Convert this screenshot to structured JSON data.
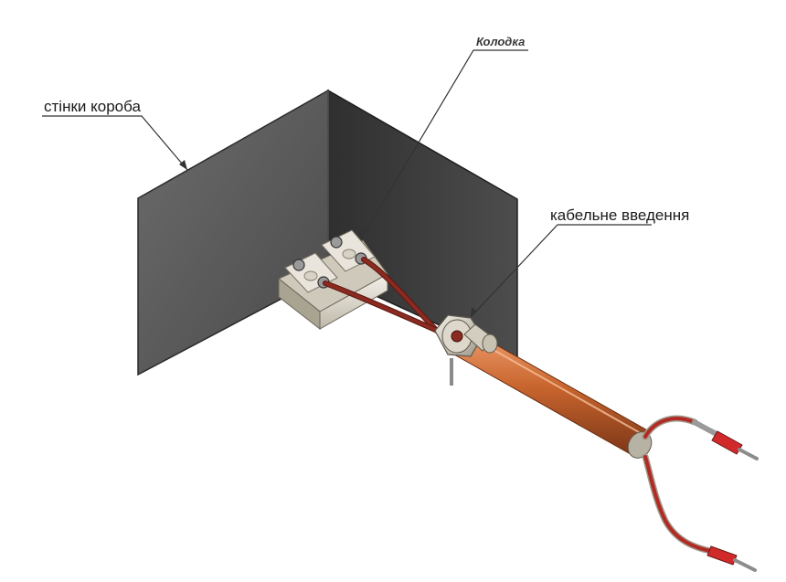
{
  "labels": {
    "walls": "стінки короба",
    "block": "Колодка",
    "gland": "кабельне введення"
  },
  "colors": {
    "wall_left": "#5c5c5c",
    "wall_right": "#3f3f3f",
    "wire": "#8b2a20",
    "sleeve": "#c9652e",
    "terminal": "#d02a2a",
    "block": "#e6e2d8"
  }
}
